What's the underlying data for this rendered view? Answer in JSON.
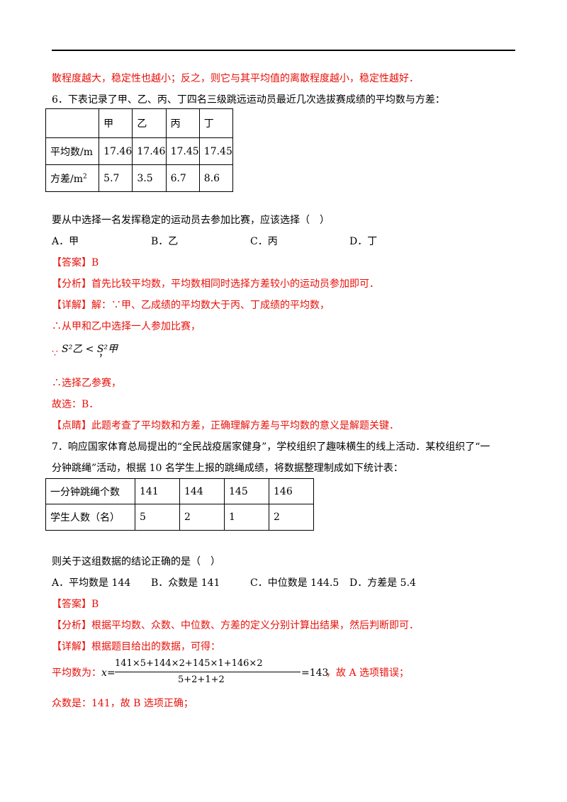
{
  "continuation": "散程度越大，稳定性也越小；反之，则它与其平均值的离散程度越小，稳定性越好．",
  "q6": {
    "stem": "6．下表记录了甲、乙、丙、丁四名三级跳远运动员最近几次选拔赛成绩的平均数与方差：",
    "table": {
      "headers": [
        "",
        "甲",
        "乙",
        "丙",
        "丁"
      ],
      "row_mean_label": "平均数/m",
      "row_mean": [
        "17.46",
        "17.46",
        "17.45",
        "17.45"
      ],
      "row_var_label": "方差/m",
      "row_var_sup": "2",
      "row_var": [
        "5.7",
        "3.5",
        "6.7",
        "8.6"
      ]
    },
    "question": "要从中选择一名发挥稳定的运动员去参加比赛，应该选择（　）",
    "options": [
      "A．甲",
      "B．乙",
      "C．丙",
      "D．丁"
    ],
    "answer": "【答案】B",
    "analysis": "【分析】首先比较平均数，平均数相同时选择方差较小的运动员参加即可．",
    "detail": "【详解】解：∵甲、乙成绩的平均数大于丙、丁成绩的平均数，",
    "step1": "∴从甲和乙中选择一人参加比赛，",
    "step2_prefix": "∵",
    "step2_formula": "S²乙 < S²甲",
    "step2_suffix": "，",
    "step3": "∴选择乙参赛，",
    "choice": "故选：B．",
    "comment": "【点睛】此题考查了平均数和方差，正确理解方差与平均数的意义是解题关键．"
  },
  "q7": {
    "stem_line1": "7．响应国家体育总局提出的“全民战疫居家健身”，学校组织了趣味横生的线上活动．某校组织了“一",
    "stem_line2": "分钟跳绳”活动，根据 10 名学生上报的跳绳成绩，将数据整理制成如下统计表：",
    "table": {
      "row1_label": "一分钟跳绳个数",
      "row1": [
        "141",
        "144",
        "145",
        "146"
      ],
      "row2_label": "学生人数（名）",
      "row2": [
        "5",
        "2",
        "1",
        "2"
      ]
    },
    "question": "则关于这组数据的结论正确的是（　）",
    "options": [
      "A．平均数是 144",
      "B．众数是 141",
      "C．中位数是 144.5",
      "D．方差是 5.4"
    ],
    "answer": "【答案】B",
    "analysis": "【分析】根据平均数、众数、中位数、方差的定义分别计算出结果，然后判断即可．",
    "detail": "【详解】根据题目给出的数据，可得：",
    "mean_label": "平均数为：",
    "mean_var": "x=",
    "mean_numerator": "141×5+144×2+145×1+146×2",
    "mean_denominator": "5+2+1+2",
    "mean_result": "=143",
    "mean_suffix": "，故 A 选项错误；",
    "mode": "众数是：141，故 B 选项正确；"
  }
}
